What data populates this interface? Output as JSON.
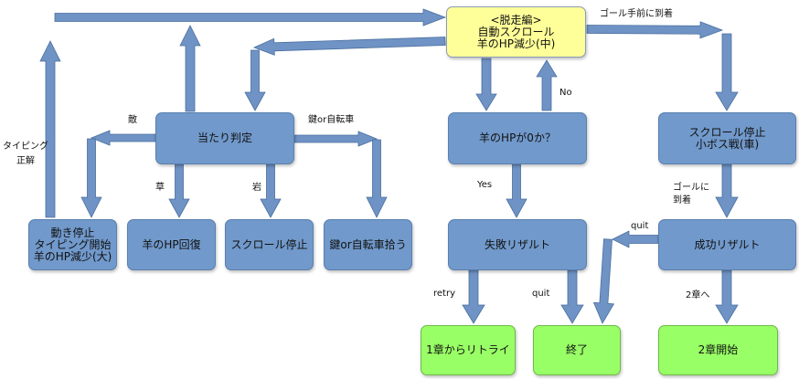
{
  "colors": {
    "arrow": "#6f93c4",
    "arrow_stroke": "#4a6fa0",
    "node_blue": "#7199cb",
    "node_yellow": "#ffff99",
    "node_green": "#99ff66"
  },
  "nodes": {
    "escape": {
      "lines": [
        "<脱走編>",
        "自動スクロール",
        "羊のHP減少(中)"
      ]
    },
    "hit_judge": {
      "lines": [
        "当たり判定"
      ]
    },
    "hp_zero": {
      "lines": [
        "羊のHPが0か？"
      ]
    },
    "scroll_stop_boss": {
      "lines": [
        "スクロール停止",
        "小ボス戦(車)"
      ]
    },
    "stop_typing": {
      "lines": [
        "動き停止",
        "タイピング開始",
        "羊のHP減少(大)"
      ]
    },
    "hp_recover": {
      "lines": [
        "羊のHP回復"
      ]
    },
    "scroll_stop": {
      "lines": [
        "スクロール停止"
      ]
    },
    "pickup": {
      "lines": [
        "鍵or自転車拾う"
      ]
    },
    "fail_result": {
      "lines": [
        "失敗リザルト"
      ]
    },
    "success_result": {
      "lines": [
        "成功リザルト"
      ]
    },
    "retry_ch1": {
      "lines": [
        "1章からリトライ"
      ]
    },
    "end": {
      "lines": [
        "終了"
      ]
    },
    "start_ch2": {
      "lines": [
        "2章開始"
      ]
    }
  },
  "edge_labels": {
    "goal_reached_top": "ゴール手前に到着",
    "enemy": "敵",
    "key_bike": "鍵or自転車",
    "grass": "草",
    "rock": "岩",
    "typing_correct_1": "タイピング",
    "typing_correct_2": "正解",
    "no": "No",
    "yes": "Yes",
    "goal_reached_1": "ゴールに",
    "goal_reached_2": "到着",
    "quit_right": "quit",
    "retry": "retry",
    "quit_mid": "quit",
    "chapter2": "2章へ"
  }
}
